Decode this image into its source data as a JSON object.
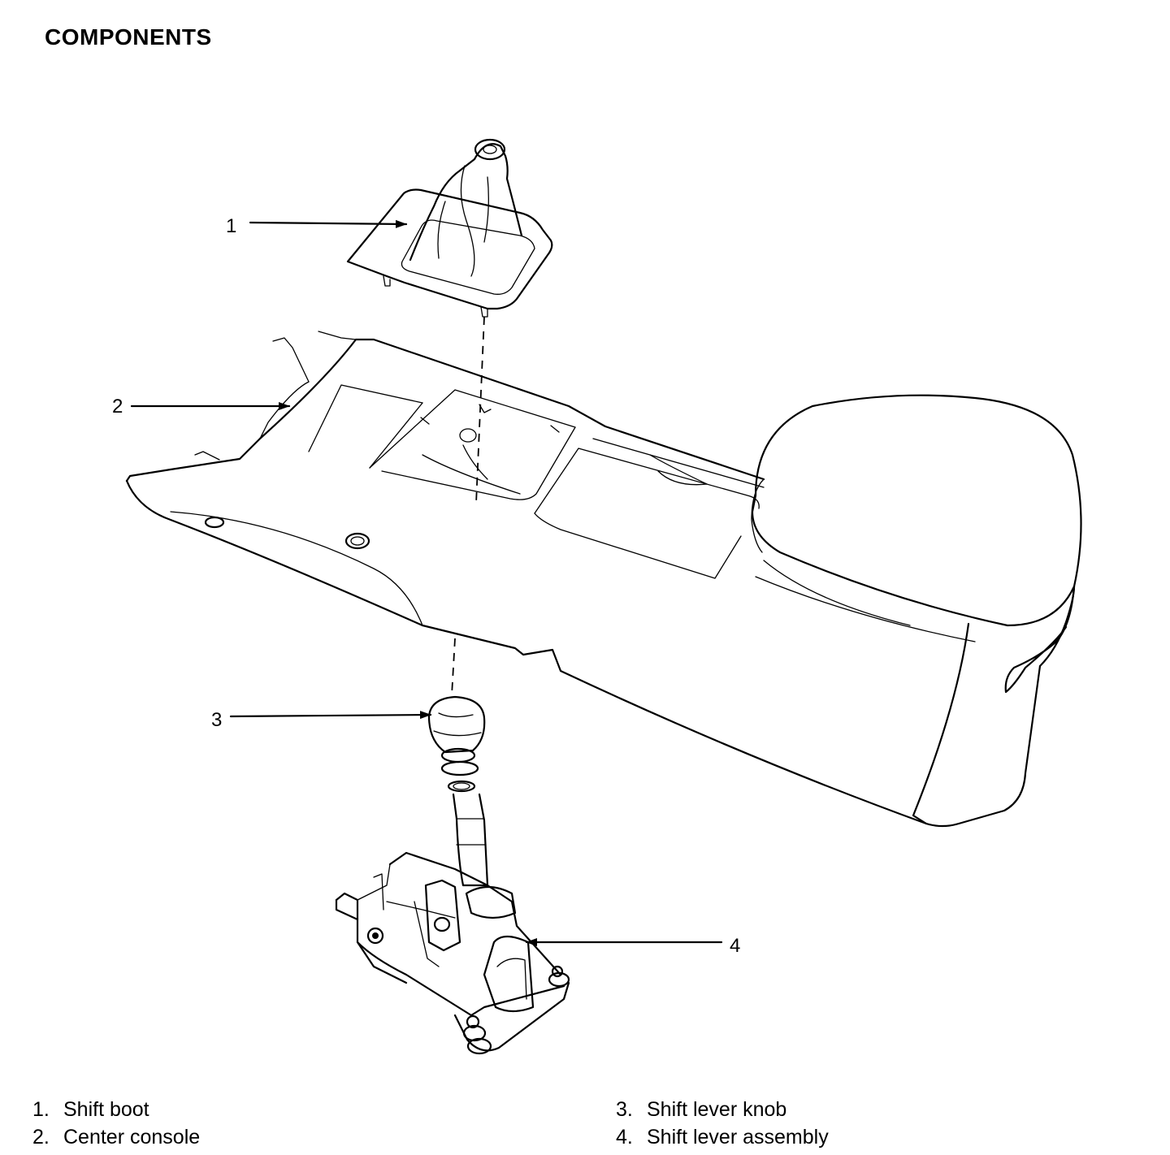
{
  "title": "COMPONENTS",
  "callouts": [
    {
      "number": "1",
      "label": "Shift boot"
    },
    {
      "number": "2",
      "label": "Center console"
    },
    {
      "number": "3",
      "label": "Shift lever knob"
    },
    {
      "number": "4",
      "label": "Shift lever assembly"
    }
  ],
  "legend_punctuation": "."
}
